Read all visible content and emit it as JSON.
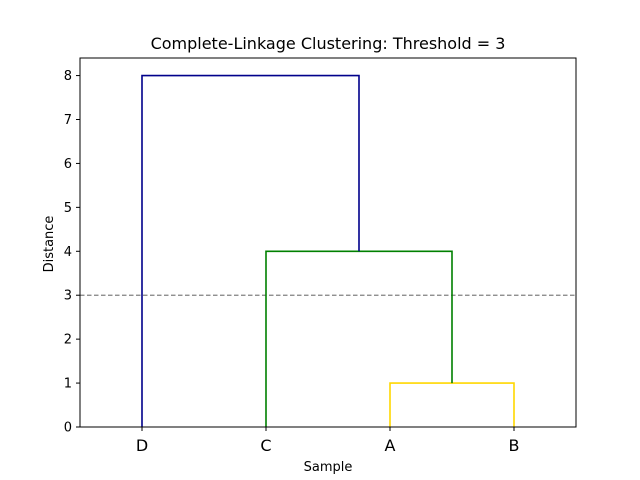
{
  "chart_data": {
    "type": "dendrogram",
    "title": "Complete-Linkage Clustering: Threshold = 3",
    "xlabel": "Sample",
    "ylabel": "Distance",
    "leaves": [
      "D",
      "C",
      "A",
      "B"
    ],
    "ylim": [
      0,
      8.4
    ],
    "yticks": [
      0,
      1,
      2,
      3,
      4,
      5,
      6,
      7,
      8
    ],
    "ytick_labels": [
      "0",
      "1",
      "2",
      "3",
      "4",
      "5",
      "6",
      "7",
      "8"
    ],
    "threshold": 3,
    "threshold_color": "#808080",
    "merges": [
      {
        "left": "A",
        "right": "B",
        "distance": 1,
        "color": "#FFD700"
      },
      {
        "left": "C",
        "right": "A+B",
        "distance": 4,
        "color": "#008000"
      },
      {
        "left": "D",
        "right": "C+A+B",
        "distance": 8,
        "color": "#00008B"
      }
    ],
    "grid": false
  }
}
